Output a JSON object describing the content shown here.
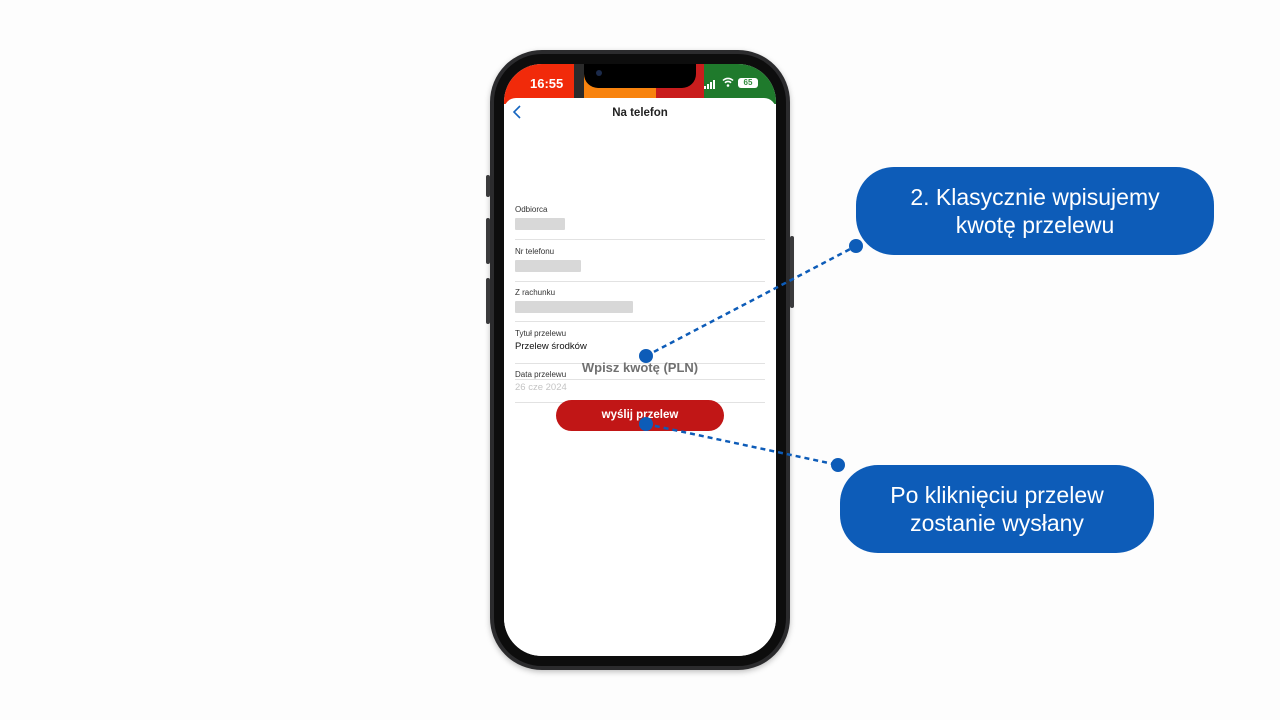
{
  "status_bar": {
    "time": "16:55",
    "battery": "65",
    "colors": [
      "#f12a0a",
      "#2b2b2b",
      "#f8830e",
      "#c91d1d",
      "#1f7a2c"
    ]
  },
  "header": {
    "title": "Na telefon",
    "back_icon": "chevron-left-icon"
  },
  "form": {
    "fields": [
      {
        "label": "Odbiorca",
        "value": ""
      },
      {
        "label": "Nr telefonu",
        "value": ""
      },
      {
        "label": "Z rachunku",
        "value": ""
      },
      {
        "label": "Tytuł przelewu",
        "value": "Przelew środków"
      },
      {
        "label": "Data przelewu",
        "value": "26 cze 2024"
      }
    ],
    "amount_placeholder": "Wpisz kwotę (PLN)",
    "submit_label": "wyślij przelew"
  },
  "annotations": {
    "callout_1": "2. Klasycznie wpisujemy kwotę przelewu",
    "callout_2": "Po kliknięciu przelew zostanie wysłany",
    "color": "#0d5cb8"
  }
}
